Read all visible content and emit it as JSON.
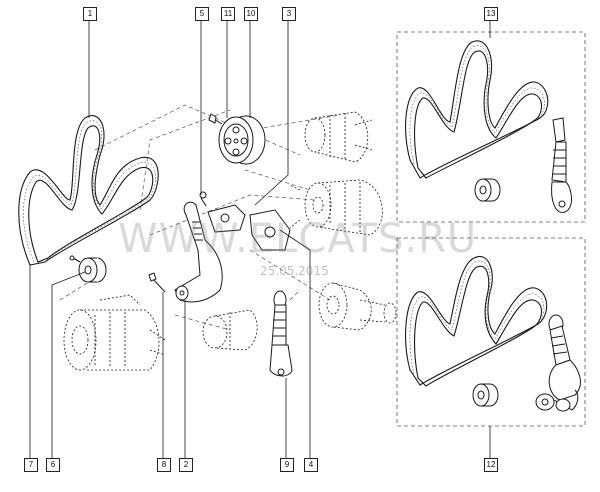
{
  "callouts": {
    "c1": "1",
    "c2": "2",
    "c3": "3",
    "c4": "4",
    "c5": "5",
    "c6": "6",
    "c7": "7",
    "c8": "8",
    "c9": "9",
    "c10": "10",
    "c11": "11",
    "c12": "12",
    "c13": "13"
  },
  "watermark": {
    "site": "WWW.ELCATS.RU",
    "date": "25.05.2015"
  },
  "colors": {
    "line": "#1a1a1a",
    "fill": "#ffffff",
    "dash": "#555555"
  }
}
